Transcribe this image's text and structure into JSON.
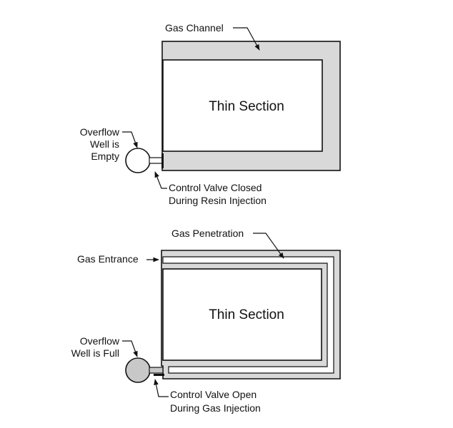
{
  "top_figure": {
    "gas_channel_label": "Gas Channel",
    "thin_section_label": "Thin Section",
    "overflow_line1": "Overflow",
    "overflow_line2": "Well is",
    "overflow_line3": "Empty",
    "valve_line1": "Control Valve Closed",
    "valve_line2": "During Resin Injection"
  },
  "bottom_figure": {
    "gas_penetration_label": "Gas Penetration",
    "gas_entrance_label": "Gas Entrance",
    "thin_section_label": "Thin Section",
    "overflow_line1": "Overflow",
    "overflow_line2": "Well is Full",
    "valve_line1": "Control Valve Open",
    "valve_line2": "During Gas Injection"
  },
  "colors": {
    "channel_fill": "#d9d9d9",
    "gas_fill": "#ffffff",
    "line": "#111111"
  }
}
